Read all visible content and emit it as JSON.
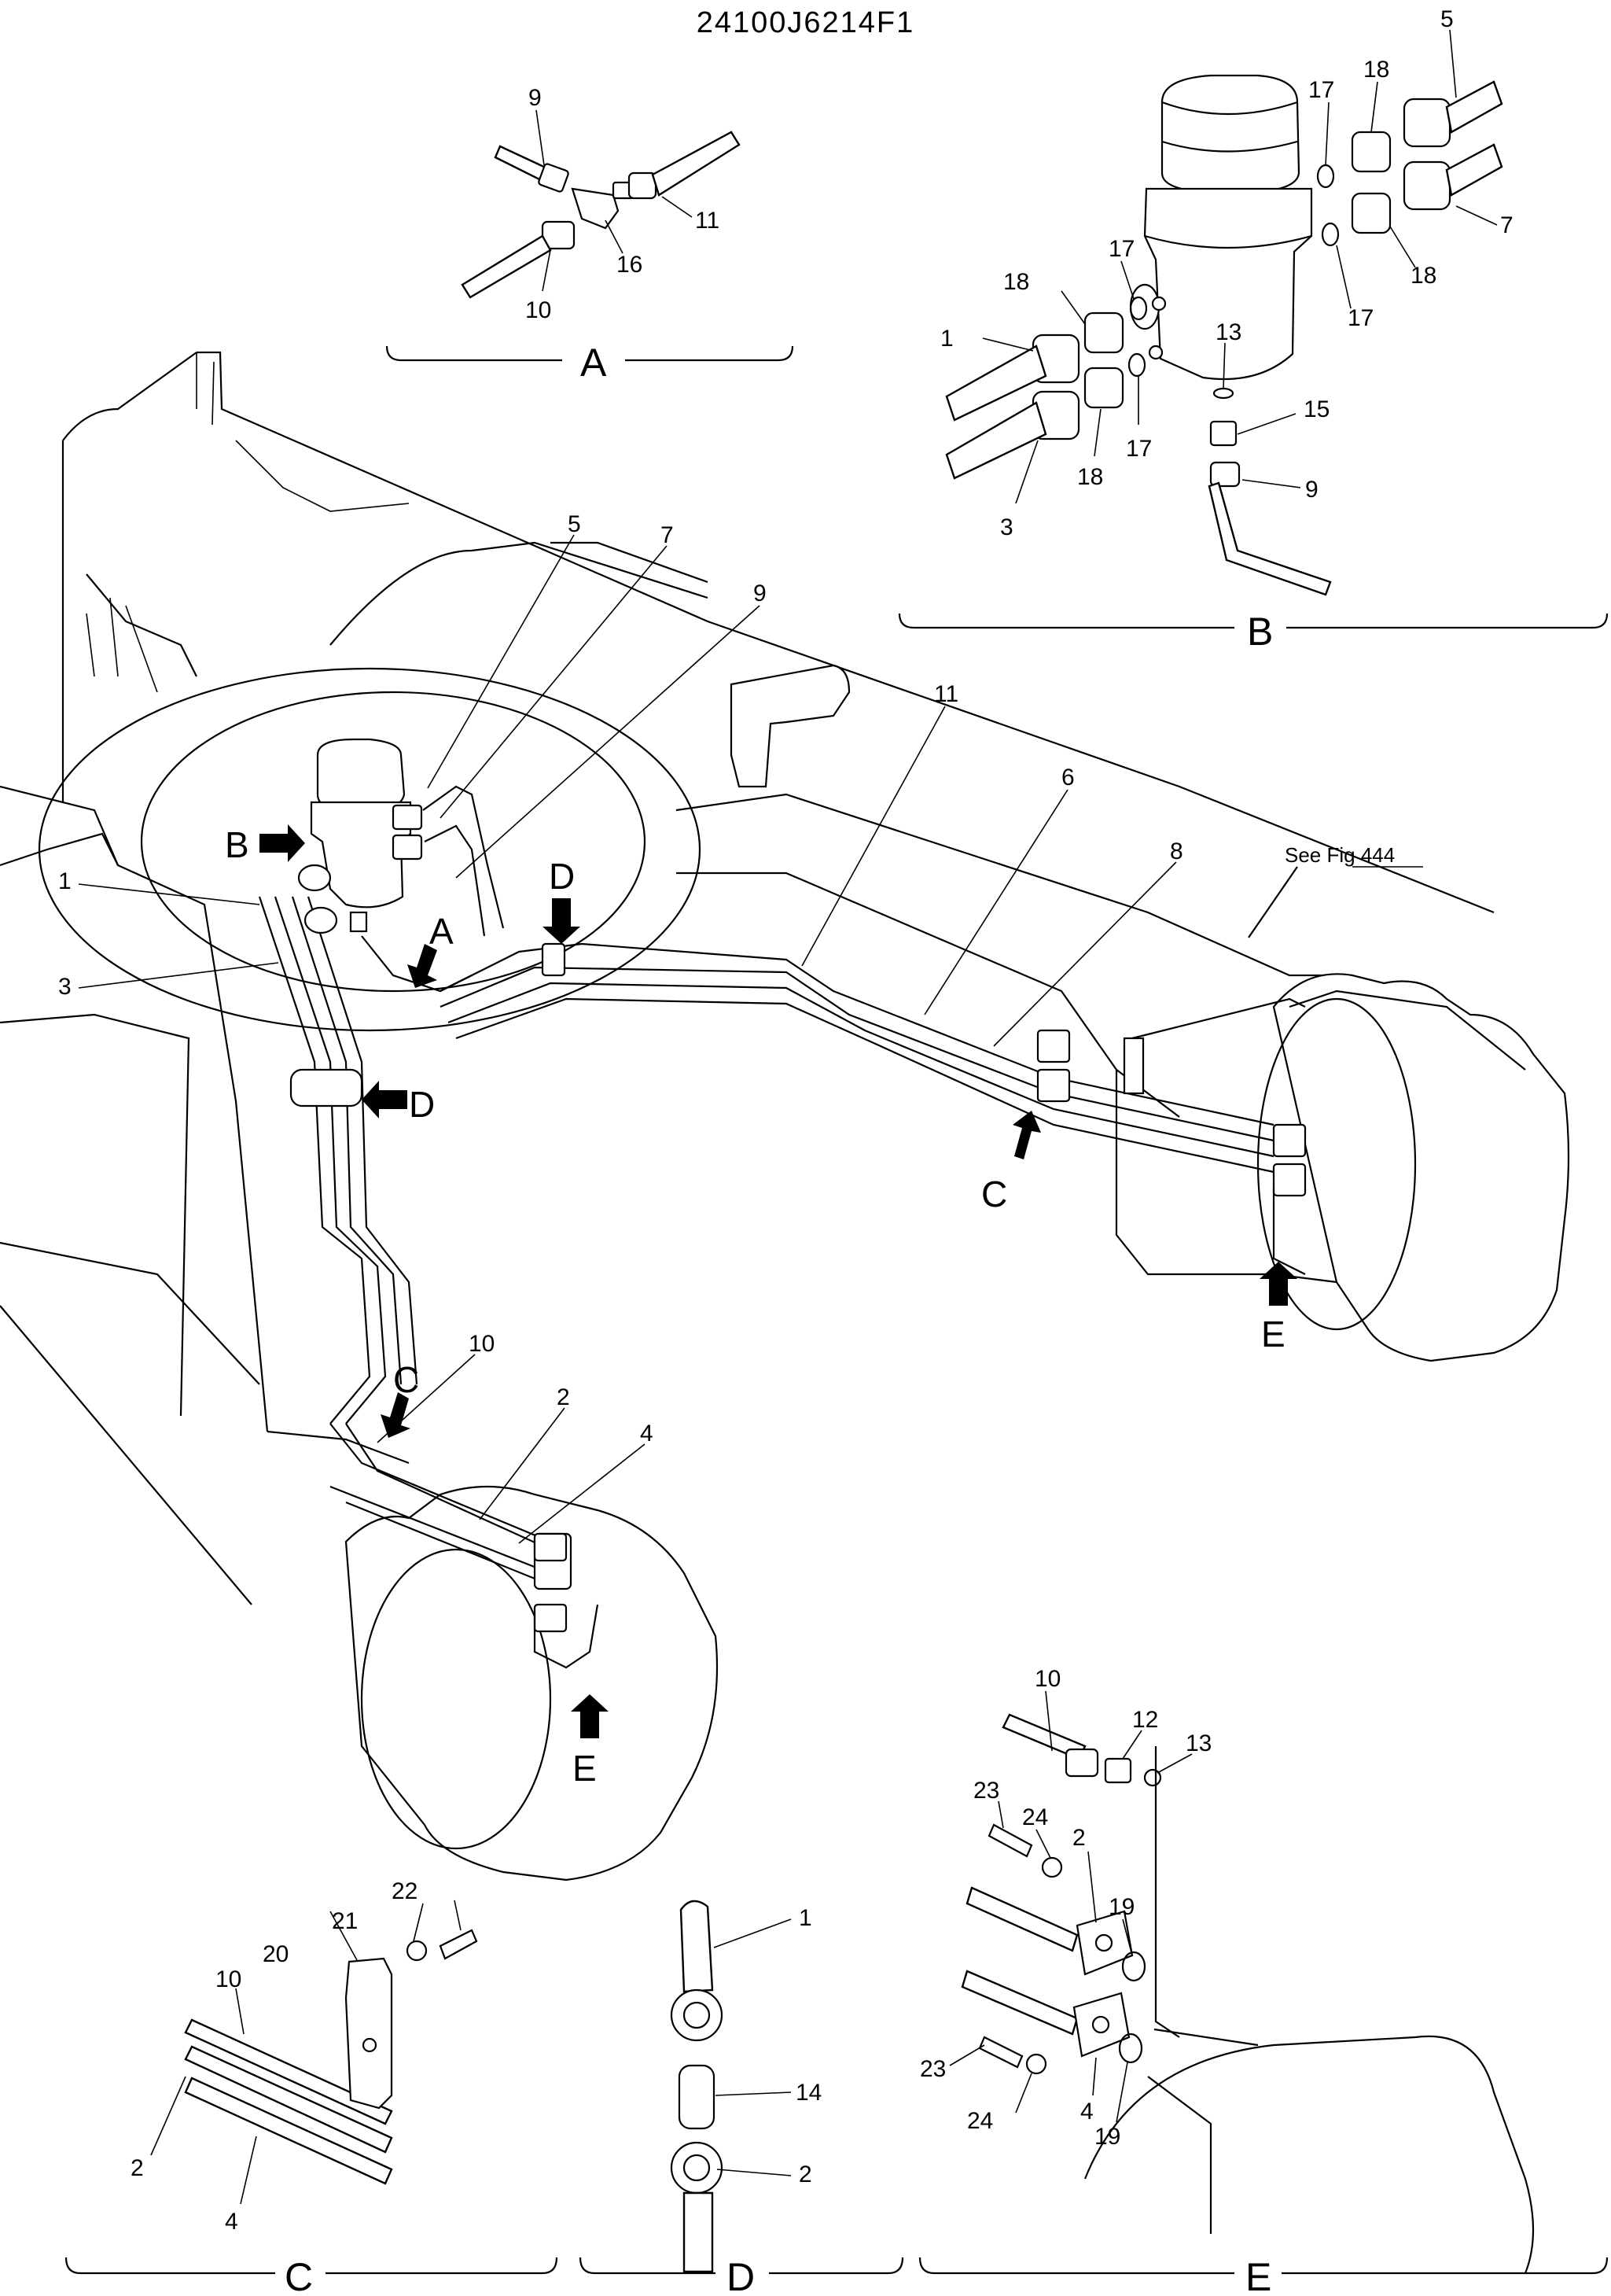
{
  "document_number": "24100J6214F1",
  "reference_note": "See Fig 444",
  "views": {
    "A": {
      "letter": "A",
      "labels": [
        "9",
        "11",
        "16",
        "10"
      ]
    },
    "B": {
      "letter": "B",
      "labels": [
        "5",
        "17",
        "18",
        "7",
        "18",
        "17",
        "17",
        "18",
        "13",
        "15",
        "1",
        "18",
        "17",
        "9",
        "3"
      ]
    },
    "C": {
      "letter": "C",
      "labels": [
        "22",
        "21",
        "20",
        "10",
        "2",
        "4"
      ]
    },
    "D": {
      "letter": "D",
      "labels": [
        "1",
        "14",
        "2"
      ]
    },
    "E": {
      "letter": "E",
      "labels": [
        "10",
        "12",
        "13",
        "23",
        "24",
        "2",
        "19",
        "23",
        "24",
        "4",
        "19"
      ]
    }
  },
  "main_callouts": [
    "5",
    "7",
    "9",
    "11",
    "6",
    "8",
    "1",
    "3",
    "10",
    "2",
    "4"
  ],
  "direction_arrows": [
    "B",
    "D",
    "A",
    "D",
    "C",
    "E",
    "C",
    "E"
  ]
}
